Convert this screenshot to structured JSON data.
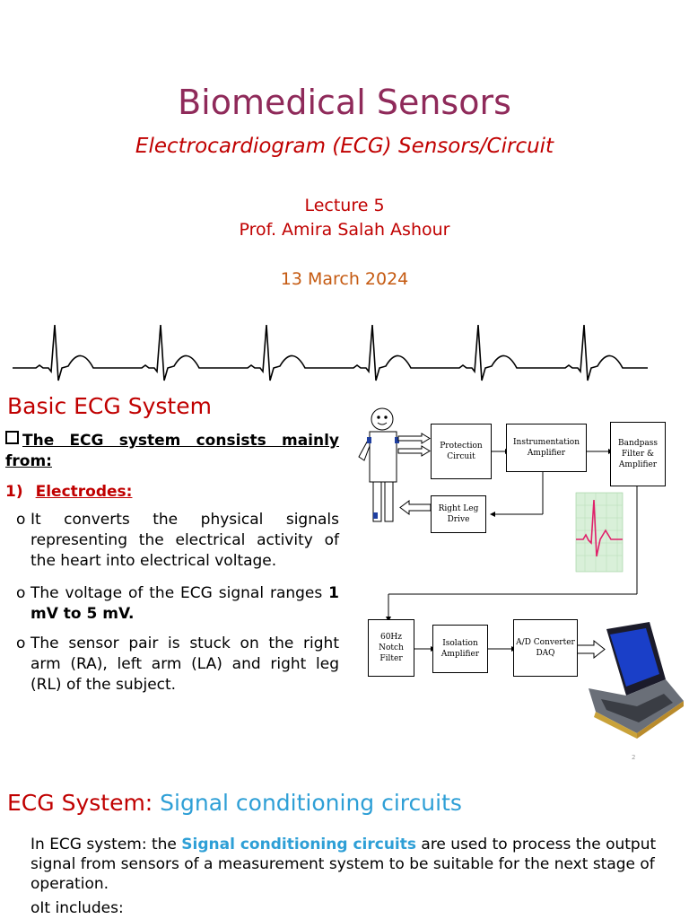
{
  "slide1": {
    "title": "Biomedical Sensors",
    "subtitle": "Electrocardiogram (ECG) Sensors/Circuit",
    "lecture": "Lecture 5",
    "author": "Prof. Amira Salah Ashour",
    "date": "13 March 2024"
  },
  "slide2": {
    "heading": "Basic ECG System",
    "intro": "The ECG system consists mainly from:",
    "list_number": "1)",
    "list_title": "Electrodes:",
    "bullets": [
      "It converts the physical signals representing the electrical activity of the heart into electrical voltage.",
      "The voltage of the ECG signal ranges ",
      "The sensor pair is stuck on the right arm (RA), left arm (LA) and right leg (RL) of the subject."
    ],
    "bullet2_bold": "1 mV to 5 mV.",
    "bullet_marker": "o",
    "page_number": "2",
    "diagram": {
      "protection": "Protection Circuit",
      "instrumentation": "Instrumentation Amplifier",
      "bandpass": "Bandpass Filter & Amplifier",
      "right_leg": "Right Leg Drive",
      "notch": "60Hz Notch Filter",
      "isolation": "Isolation Amplifier",
      "adc": "A/D Converter DAQ"
    }
  },
  "slide3": {
    "heading_part1": "ECG System: ",
    "heading_part2": "Signal conditioning circuits",
    "para_before": "In ECG system: the ",
    "para_highlight": "Signal conditioning circuits",
    "para_after": " are used to process the output signal from sensors of a measurement system to be suitable for the next stage of operation.",
    "item_marker": "o",
    "item": "It includes:"
  }
}
